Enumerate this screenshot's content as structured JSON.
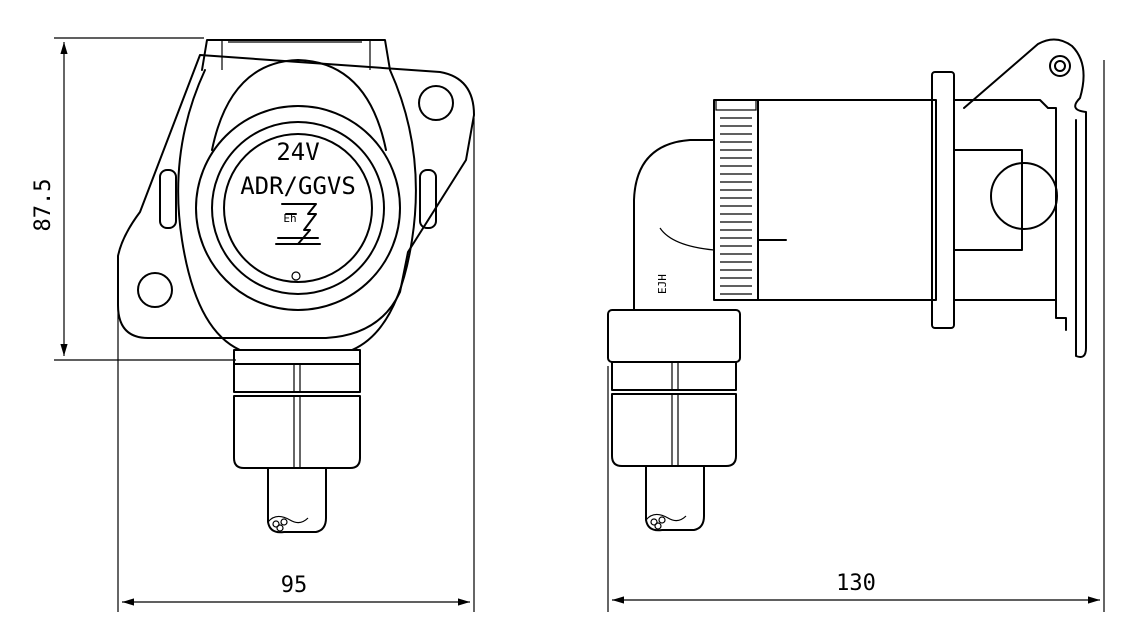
{
  "drawing": {
    "dimensions": {
      "height": "87.5",
      "width_front": "95",
      "width_side": "130"
    },
    "cap_label": {
      "line1": "24V",
      "line2": "ADR/GGVS"
    },
    "manufacturer_mark": "EJH",
    "colors": {
      "line": "#000000",
      "background": "#ffffff"
    }
  }
}
